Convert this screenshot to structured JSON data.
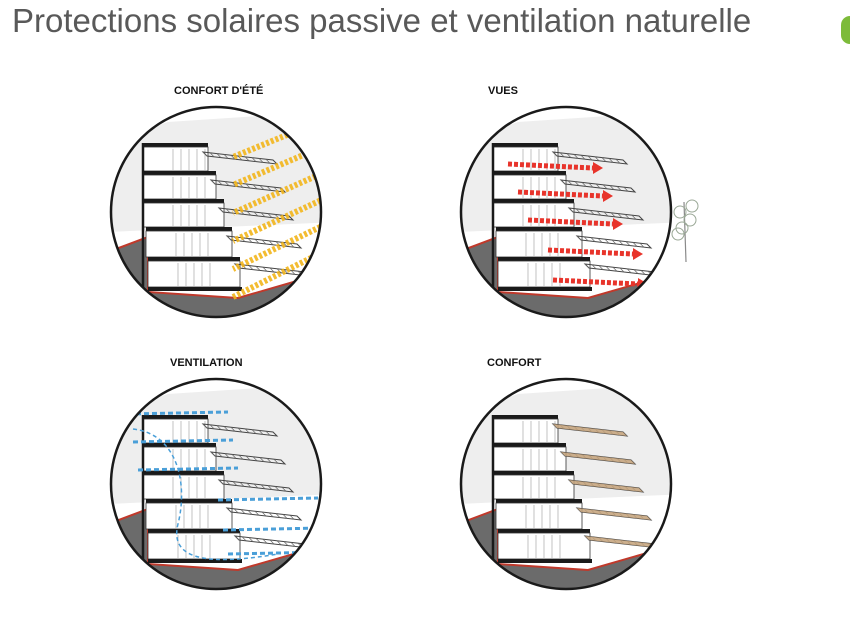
{
  "page": {
    "title": "Protections solaires passive et ventilation naturelle"
  },
  "panels": [
    {
      "id": "summer",
      "label": "CONFORT D'ÉTÉ",
      "overlay": "sun-rays",
      "overlay_color": "#f2b51b"
    },
    {
      "id": "views",
      "label": "VUES",
      "overlay": "view-arrows",
      "overlay_color": "#e8342b"
    },
    {
      "id": "ventilation",
      "label": "VENTILATION",
      "overlay": "air-flow",
      "overlay_color": "#4a9fd8"
    },
    {
      "id": "comfort",
      "label": "CONFORT",
      "overlay": "wood-screens",
      "overlay_color": "#c4a27a"
    }
  ],
  "colors": {
    "title": "#595959",
    "ground": "#6b6b6b",
    "soil_line": "#c0392b",
    "accent": "#7dbb3a"
  }
}
